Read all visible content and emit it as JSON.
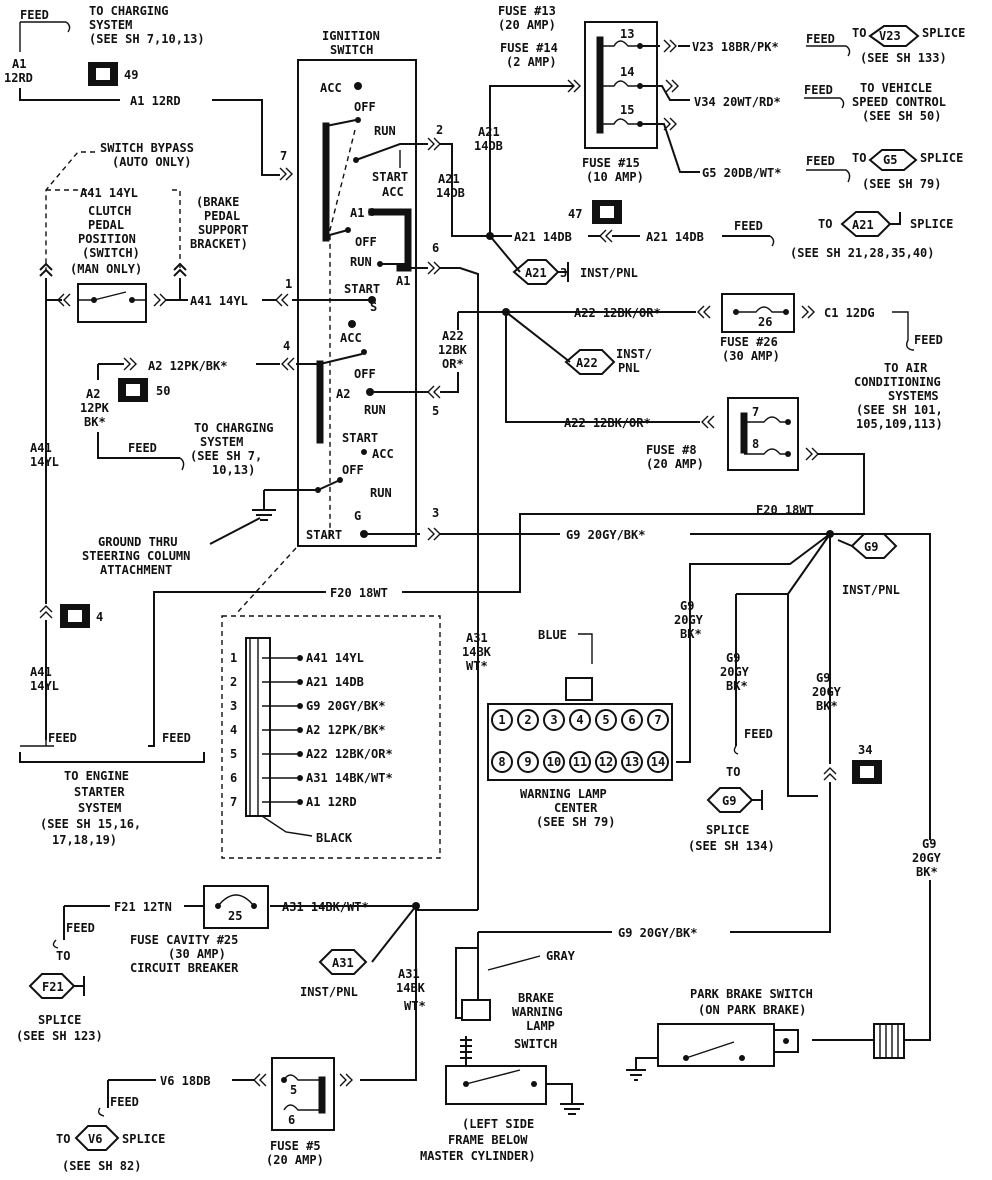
{
  "feed": "FEED",
  "to": "TO",
  "splice": "SPLICE",
  "inst_pnl": "INST/PNL",
  "top_left": {
    "charging_lines": [
      "TO CHARGING",
      "SYSTEM",
      "(SEE SH 7,10,13)"
    ],
    "a1_label": "A1",
    "a1_wire": "12RD",
    "conn49": "49",
    "a1_12rd": "A1 12RD"
  },
  "bypass": {
    "lines": [
      "SWITCH BYPASS",
      "(AUTO ONLY)"
    ],
    "a41": "A41 14YL",
    "clutch_lines": [
      "CLUTCH",
      "PEDAL",
      "POSITION",
      "(SWITCH)",
      "(MAN ONLY)"
    ],
    "brake_bracket_lines": [
      "(BRAKE",
      "PEDAL",
      "SUPPORT",
      "BRACKET)"
    ],
    "a41_14yl": "A41 14YL"
  },
  "ignition": {
    "title_lines": [
      "IGNITION",
      "SWITCH"
    ],
    "acc": "ACC",
    "off": "OFF",
    "run": "RUN",
    "start": "START",
    "start_acc": "START ACC",
    "a1": "A1",
    "a2": "A2",
    "s": "S",
    "g": "G",
    "pin7": "7",
    "pin2": "2",
    "pin6": "6",
    "pin1": "1",
    "pin4": "4",
    "pin5": "5",
    "pin3": "3"
  },
  "fuses_top": {
    "f13_lines": [
      "FUSE #13",
      "(20 AMP)"
    ],
    "f14_lines": [
      "FUSE #14",
      "(2 AMP)"
    ],
    "f15_lines": [
      "FUSE #15",
      "(10 AMP)"
    ],
    "n13": "13",
    "n14": "14",
    "n15": "15",
    "v23": "V23 18BR/PK*",
    "v23_splice": "V23",
    "see133": "(SEE SH 133)",
    "v34": "V34 20WT/RD*",
    "vsc_lines": [
      "TO VEHICLE",
      "SPEED CONTROL",
      "(SEE SH 50)"
    ],
    "g5": "G5 20DB/WT*",
    "g5_splice": "G5",
    "see79": "(SEE SH 79)",
    "a21_vert": [
      "A21",
      "14DB"
    ],
    "a21_vert2": [
      "A21",
      "14DB"
    ],
    "conn47": "47",
    "a21_14db": "A21 14DB",
    "a21_14db_b": "A21 14DB",
    "a21_splice": "A21",
    "see21": "(SEE SH 21,28,35,40)",
    "a21_inst": "A21",
    "n3": "3"
  },
  "a22": {
    "a22_main": "A22 12BK/OR*",
    "c1": "C1 12DG",
    "fuse26_lines": [
      "FUSE #26",
      "(30 AMP)"
    ],
    "n26": "26",
    "ac_lines": [
      "TO AIR",
      "CONDITIONING",
      "SYSTEMS",
      "(SEE SH 101,",
      "105,109,113)"
    ],
    "a22_vert": [
      "A22",
      "12BK",
      "OR*"
    ],
    "a22_inst": "A22",
    "inst_pnl_lines": [
      "INST/",
      "PNL"
    ],
    "a22_b": "A22 12BK/OR*",
    "fuse8_lines": [
      "FUSE #8",
      "(20 AMP)"
    ],
    "n7": "7",
    "n8": "8",
    "f20": "F20 18WT",
    "f20_b": "F20 18WT"
  },
  "a2": {
    "a2_wire": "A2 12PK/BK*",
    "a2_vert": [
      "A2",
      "12PK",
      "BK*"
    ],
    "conn50": "50",
    "charging_lines": [
      "TO CHARGING",
      "SYSTEM",
      "(SEE SH 7,",
      "10,13)"
    ]
  },
  "ground_lines": [
    "GROUND THRU",
    "STEERING COLUMN",
    "ATTACHMENT"
  ],
  "g9": {
    "g9_main": "G9 20GY/BK*",
    "g9_vert": [
      "G9",
      "20GY",
      "BK*"
    ],
    "g9_vert2": [
      "G9",
      "20GY",
      "BK*"
    ],
    "g9_vert3": [
      "G9",
      "20GY",
      "BK*"
    ],
    "g9_vert4": [
      "G9",
      "20GY",
      "BK*"
    ],
    "g9_splice": "G9",
    "see134": "(SEE SH 134)",
    "g9_inst": "G9",
    "conn34": "34",
    "g9_lower": "G9 20GY/BK*"
  },
  "left": {
    "a41_vert": [
      "A41",
      "14YL"
    ],
    "a41_vert2": [
      "A41",
      "14YL"
    ],
    "conn4": "4",
    "engine_lines": [
      "TO ENGINE",
      "STARTER",
      "SYSTEM",
      "(SEE SH 15,16,",
      "17,18,19)"
    ]
  },
  "connector": {
    "rows": [
      {
        "n": "1",
        "w": "A41 14YL"
      },
      {
        "n": "2",
        "w": "A21 14DB"
      },
      {
        "n": "3",
        "w": "G9 20GY/BK*"
      },
      {
        "n": "4",
        "w": "A2 12PK/BK*"
      },
      {
        "n": "5",
        "w": "A22 12BK/OR*"
      },
      {
        "n": "6",
        "w": "A31 14BK/WT*"
      },
      {
        "n": "7",
        "w": "A1 12RD"
      }
    ],
    "black": "BLACK"
  },
  "warning_lamp": {
    "blue": "BLUE",
    "top": [
      "1",
      "2",
      "3",
      "4",
      "5",
      "6",
      "7"
    ],
    "bottom": [
      "8",
      "9",
      "10",
      "11",
      "12",
      "13",
      "14"
    ],
    "lines": [
      "WARNING LAMP",
      "CENTER",
      "(SEE SH 79)"
    ]
  },
  "a31": {
    "vert": [
      "A31",
      "14BK",
      "WT*"
    ],
    "vert2": [
      "A31",
      "14BK",
      "WT*"
    ],
    "f21": "F21 12TN",
    "a31_wire": "A31 14BK/WT*",
    "n25": "25",
    "cb_lines": [
      "FUSE CAVITY #25",
      "(30 AMP)",
      "CIRCUIT BREAKER"
    ],
    "a31_inst": "A31",
    "f21_splice": "F21",
    "see123": "(SEE SH 123)",
    "v6": "V6 18DB",
    "v6_splice": "V6",
    "see82": "(SEE SH 82)",
    "fuse5_lines": [
      "FUSE #5",
      "(20 AMP)"
    ],
    "n5": "5",
    "n6": "6"
  },
  "brake": {
    "gray": "GRAY",
    "bwl_lines": [
      "BRAKE",
      "WARNING",
      "LAMP",
      "SWITCH"
    ],
    "frame_lines": [
      "(LEFT SIDE",
      "FRAME BELOW",
      "MASTER CYLINDER)"
    ],
    "park_lines": [
      "PARK BRAKE SWITCH",
      "(ON PARK BRAKE)"
    ]
  }
}
